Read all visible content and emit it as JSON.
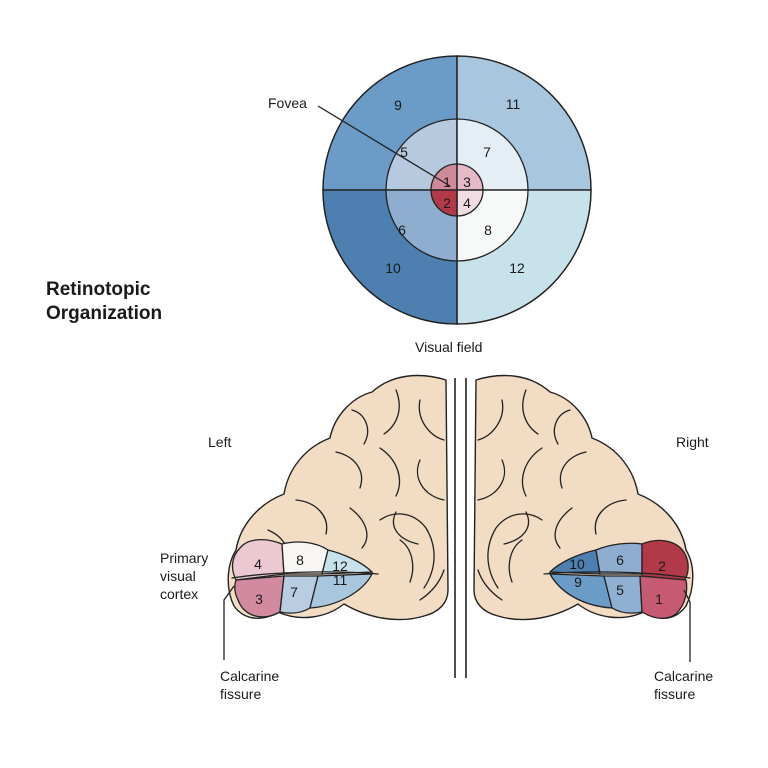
{
  "title_line1": "Retinotopic",
  "title_line2": "Organization",
  "labels": {
    "fovea": "Fovea",
    "visual_field": "Visual field",
    "left": "Left",
    "right": "Right",
    "primary_1": "Primary",
    "primary_2": "visual",
    "primary_3": "cortex",
    "calcarine_left_1": "Calcarine",
    "calcarine_left_2": "fissure",
    "calcarine_right_1": "Calcarine",
    "calcarine_right_2": "fissure"
  },
  "field_numbers": [
    "1",
    "2",
    "3",
    "4",
    "5",
    "6",
    "7",
    "8",
    "9",
    "10",
    "11",
    "12"
  ],
  "left_cortex_numbers": [
    "4",
    "8",
    "12",
    "3",
    "7",
    "11"
  ],
  "right_cortex_numbers": [
    "10",
    "6",
    "2",
    "9",
    "5",
    "1"
  ],
  "colors": {
    "fovea_dark": "#b23a48",
    "fovea_mid": "#cf8a9a",
    "fovea_light": "#e6b9c6",
    "blue_dark": "#4d7fb0",
    "blue_mid": "#6b9cc8",
    "blue_light": "#a9c6df",
    "teal_light": "#c7e2ea",
    "brain": "#f2dcc4"
  }
}
